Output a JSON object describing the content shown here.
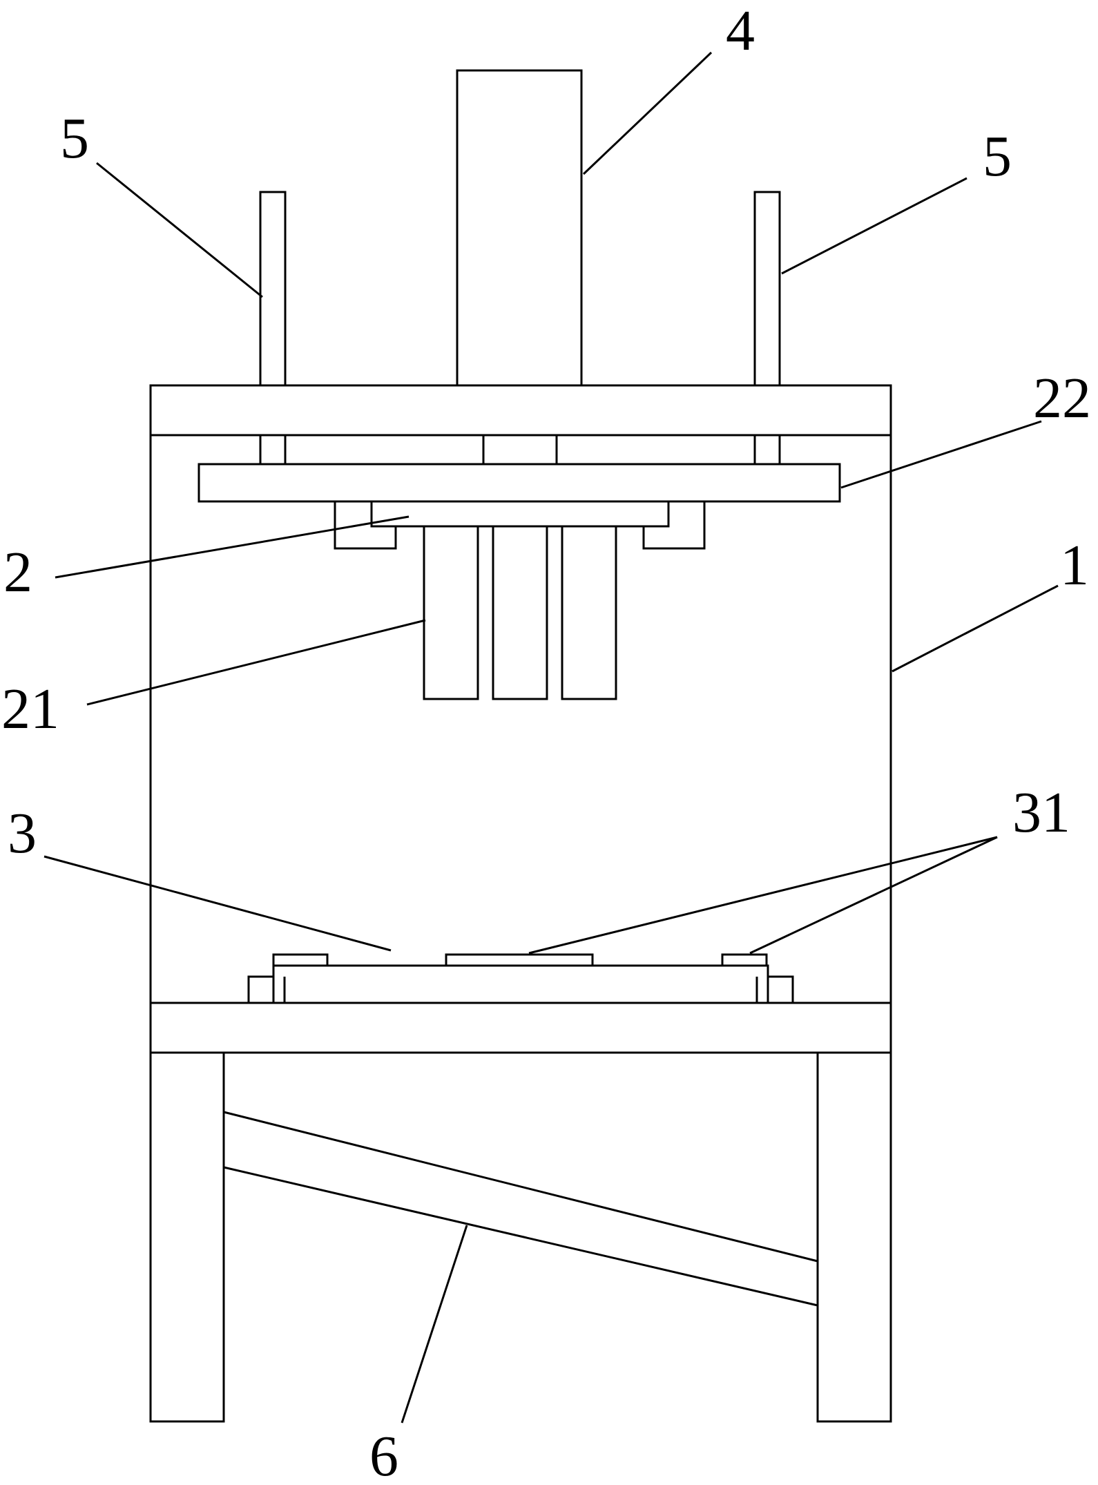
{
  "figure": {
    "stroke_color": "#000000",
    "background_color": "#ffffff",
    "reference_numerals": {
      "frame": "1",
      "upper_die": "2",
      "punch": "21",
      "upper_plate": "22",
      "lower_die": "3",
      "positioning_block": "31",
      "cylinder": "4",
      "guide_post": "5",
      "brace": "6"
    }
  }
}
